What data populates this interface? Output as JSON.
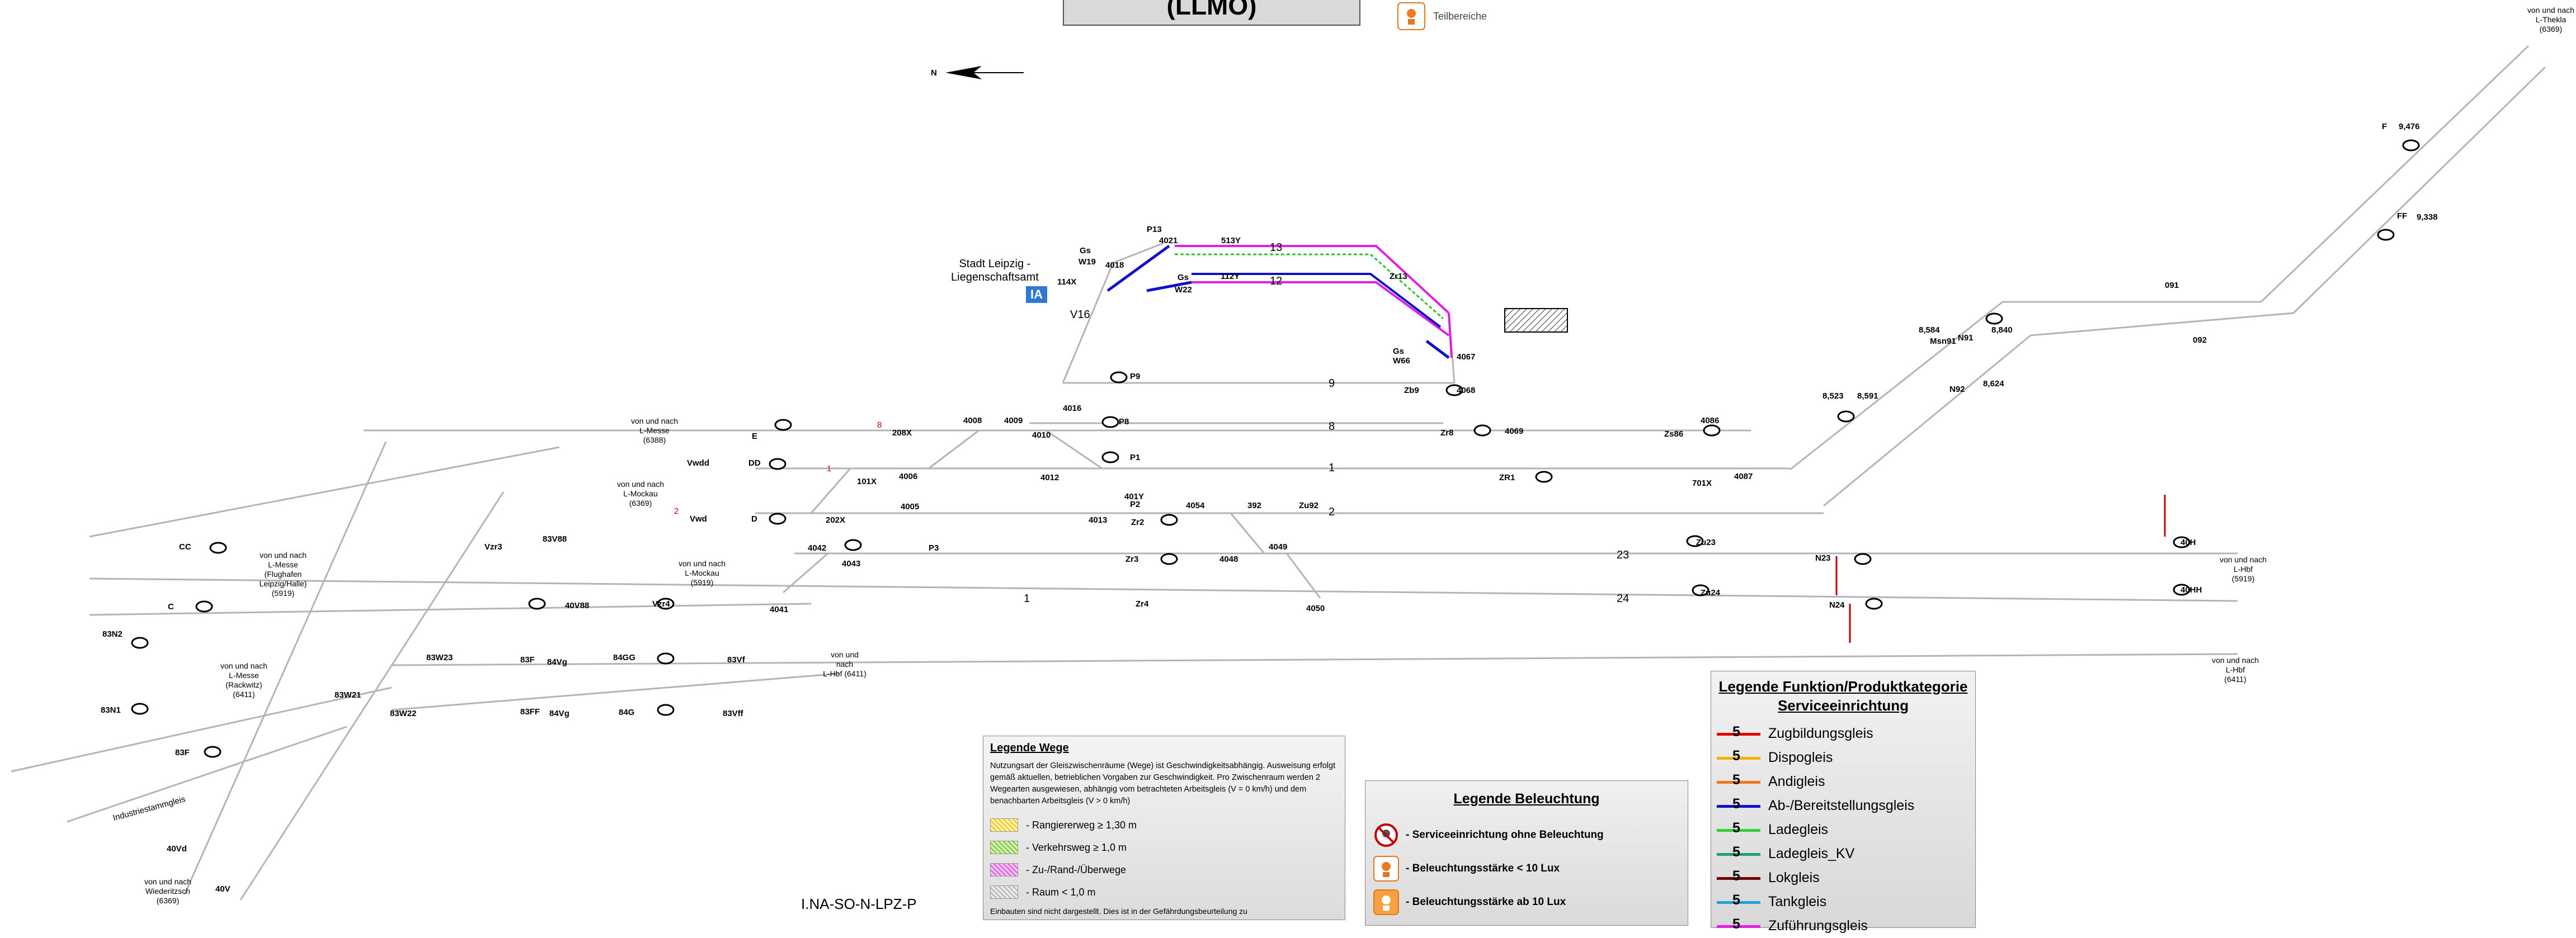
{
  "header": {
    "title": "(LLMO)",
    "teilbereiche": "Teilbereiche",
    "footer_code": "I.NA-SO-N-LPZ-P"
  },
  "colors": {
    "zugbildung": "#e00000",
    "dispo": "#f0b400",
    "andi": "#f07820",
    "bereitstellung": "#1010c8",
    "lade": "#30c030",
    "lade_kv": "#20a070",
    "lok": "#700000",
    "tank": "#20a0e0",
    "zufuehrung": "#e020e0",
    "track": "#b4b4b4"
  },
  "labels": {
    "stadt": "Stadt Leipzig -",
    "liegenschaft": "Liegenschaftsamt",
    "ia_badge": "IA",
    "v16": "V16",
    "north": "N",
    "gs_w19": "Gs",
    "w19": "W19",
    "gs_w22": "Gs",
    "w22": "W22",
    "gs_w66": "Gs W66",
    "p13": "P13",
    "n513y": "513Y",
    "n114x": "114X",
    "n112y": "112Y",
    "n4021": "4021",
    "n4018": "4018",
    "t13": "13",
    "t12": "12",
    "zr13": "Zr13",
    "n4067": "4067",
    "n4068": "4068",
    "zb9": "Zb9",
    "n4069": "4069",
    "zr8": "Zr8",
    "p9": "P9",
    "p8": "P8",
    "p1": "P1",
    "p2": "P2",
    "t9": "9",
    "t8": "8",
    "t1": "1",
    "t2": "2",
    "n4008": "4008",
    "n4009": "4009",
    "n4010": "4010",
    "n4016": "4016",
    "n4012": "4012",
    "n4013": "4013",
    "n4054": "4054",
    "n4048": "4048",
    "n4049": "4049",
    "n4050": "4050",
    "n4041": "4041",
    "n4042": "4042",
    "n4043": "4043",
    "n4005": "4005",
    "n4006": "4006",
    "n4086": "4086",
    "n4087": "4087",
    "n208x": "208X",
    "n101x": "101X",
    "n202x": "202X",
    "n401y": "401Y",
    "n392": "392",
    "zu92": "Zu92",
    "zr2": "Zr2",
    "zr3": "Zr3",
    "zr4": "Zr4",
    "p3": "P3",
    "e": "E",
    "vwdd": "Vwdd",
    "dd": "DD",
    "vwd": "Vwd",
    "d": "D",
    "zs86": "Zs86",
    "zr1": "ZR1",
    "n701x": "701X",
    "zu23": "Zu23",
    "zu24": "Zu24",
    "n23": "N23",
    "n24": "N24",
    "n40h": "40H",
    "n40hh": "40HH",
    "t23": "23",
    "t24": "24",
    "t1b": "1",
    "cc": "CC",
    "c": "C",
    "vzr3": "Vzr3",
    "vzr4": "Vzr4",
    "n83v88": "83V88",
    "n40v88": "40V88",
    "n83w23": "83W23",
    "n83w22": "83W22",
    "n83w21": "83W21",
    "n83f": "83F",
    "n83ff": "83FF",
    "n84vg": "84Vg",
    "n84gg": "84GG",
    "n84g": "84G",
    "n83vf": "83Vf",
    "n83vff": "83Vff",
    "n83n2": "83N2",
    "n83n1": "83N1",
    "n83f_b": "83F",
    "n40vd": "40Vd",
    "n40v": "40V",
    "n091": "091",
    "n092": "092",
    "n9476": "9,476",
    "f": "F",
    "ff": "FF",
    "n9338": "9,338",
    "n8840": "8,840",
    "n8624": "8,624",
    "n8523": "8,523",
    "n8584": "8,584",
    "n8591": "8,591",
    "n91": "N91",
    "n92": "N92",
    "msn91": "Msn91",
    "ind": "Industriestammgleis",
    "red_num_8": "8",
    "red_num_1": "1",
    "red_num_2": "2"
  },
  "destinations": [
    {
      "id": "thekla",
      "l1": "von und nach",
      "l2": "L-Thekla",
      "l3": "(6369)"
    },
    {
      "id": "messe_top",
      "l1": "von und nach",
      "l2": "L-Messe",
      "l3": "(6388)"
    },
    {
      "id": "mockau1",
      "l1": "von und nach",
      "l2": "L-Mockau",
      "l3": "(6369)"
    },
    {
      "id": "flughafen",
      "l1": "von und nach",
      "l2": "L-Messe",
      "l3": "(Flughafen",
      "l4": "Leipzig/Halle)",
      "l5": "(5919)"
    },
    {
      "id": "mockau2",
      "l1": "von und nach",
      "l2": "L-Mockau",
      "l3": "(5919)"
    },
    {
      "id": "rackwitz",
      "l1": "von und nach",
      "l2": "L-Messe",
      "l3": "(Rackwitz)",
      "l4": "(6411)"
    },
    {
      "id": "hbf6411",
      "l1": "von und",
      "l2": "nach",
      "l3": "L-Hbf (6411)"
    },
    {
      "id": "hbf5919",
      "l1": "von und nach",
      "l2": "L-Hbf",
      "l3": "(5919)"
    },
    {
      "id": "hbf6411b",
      "l1": "von und nach",
      "l2": "L-Hbf",
      "l3": "(6411)"
    },
    {
      "id": "wiederitzsch",
      "l1": "von und nach",
      "l2": "Wiederitzsch",
      "l3": "(6369)"
    }
  ],
  "legend_wege": {
    "title": "Legende Wege",
    "text": "Nutzungsart der Gleiszwischenräume (Wege) ist Geschwindigkeitsabhängig. Ausweisung erfolgt gemäß aktuellen, betrieblichen Vorgaben zur Geschwindigkeit. Pro Zwischenraum werden 2 Wegearten ausgewiesen, abhängig vom betrachteten Arbeitsgleis (V = 0 km/h) und dem benachbarten Arbeitsgleis (V > 0 km/h)",
    "items": [
      {
        "label": "- Rangiererweg ≥ 1,30 m",
        "color": "#f0d040"
      },
      {
        "label": "- Verkehrsweg ≥ 1,0 m",
        "color": "#90d050"
      },
      {
        "label": "- Zu-/Rand-/Überwege",
        "color": "#e070e0"
      },
      {
        "label": "- Raum < 1,0 m",
        "color": "#c0c0c0"
      }
    ],
    "footnote": "Einbauten sind nicht dargestellt. Dies ist in der Gefährdungsbeurteilung zu"
  },
  "legend_beleuchtung": {
    "title": "Legende Beleuchtung",
    "items": [
      {
        "label": "- Serviceeinrichtung ohne Beleuchtung",
        "icon": "no-light-icon"
      },
      {
        "label": "- Beleuchtungsstärke < 10 Lux",
        "icon": "lamp-icon"
      },
      {
        "label": "- Beleuchtungsstärke ab 10 Lux",
        "icon": "lamp-icon"
      }
    ]
  },
  "legend_funktion": {
    "title1": "Legende Funktion/Produktkategorie",
    "title2": "Serviceeinrichtung",
    "num": "5",
    "items": [
      {
        "label": "Zugbildungsgleis",
        "color": "#e00000"
      },
      {
        "label": "Dispogleis",
        "color": "#f0b400"
      },
      {
        "label": "Andigleis",
        "color": "#f07820"
      },
      {
        "label": "Ab-/Bereitstellungsgleis",
        "color": "#1010c8"
      },
      {
        "label": "Ladegleis",
        "color": "#30d030"
      },
      {
        "label": "Ladegleis_KV",
        "color": "#20a070"
      },
      {
        "label": "Lokgleis",
        "color": "#700000"
      },
      {
        "label": "Tankgleis",
        "color": "#20a0e0"
      },
      {
        "label": "Zuführungsgleis",
        "color": "#e020e0"
      }
    ]
  }
}
